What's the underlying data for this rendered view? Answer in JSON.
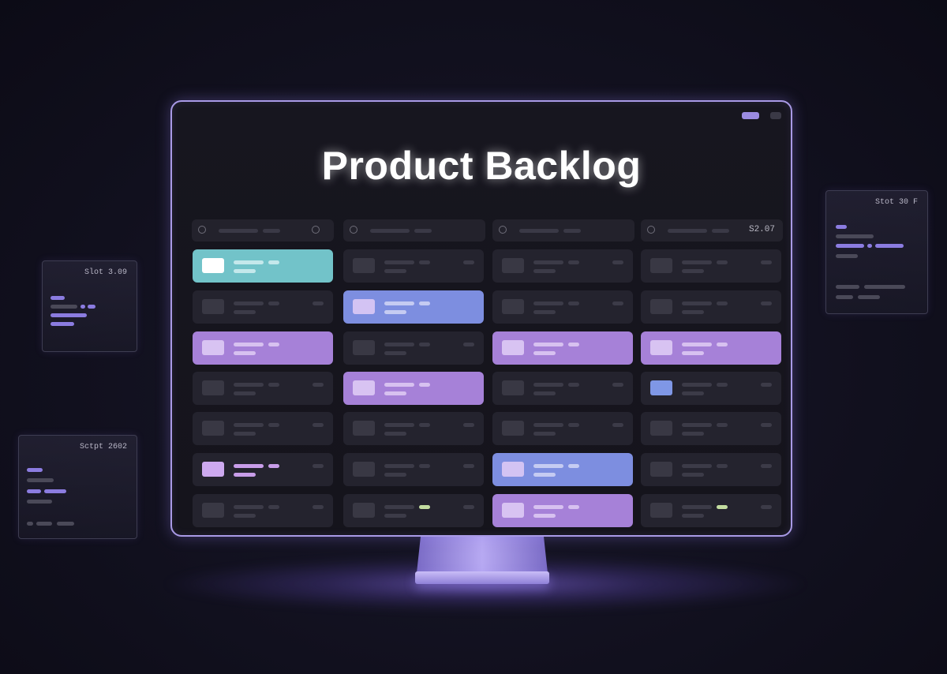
{
  "board": {
    "title": "Product Backlog",
    "columns": [
      {
        "header_text": ""
      },
      {
        "header_text": ""
      },
      {
        "header_text": ""
      },
      {
        "header_text": "S2.07"
      }
    ]
  },
  "panels": {
    "left_top": {
      "label": "Slot 3.09"
    },
    "left_bottom": {
      "label": "Sctpt 2602"
    },
    "right_top": {
      "label": "Stot 30 F"
    }
  },
  "colors": {
    "accent": "#a99ae6",
    "teal_card": "#72c3c9",
    "purple_card": "#a681d8",
    "blue_card": "#7d8ee0"
  }
}
